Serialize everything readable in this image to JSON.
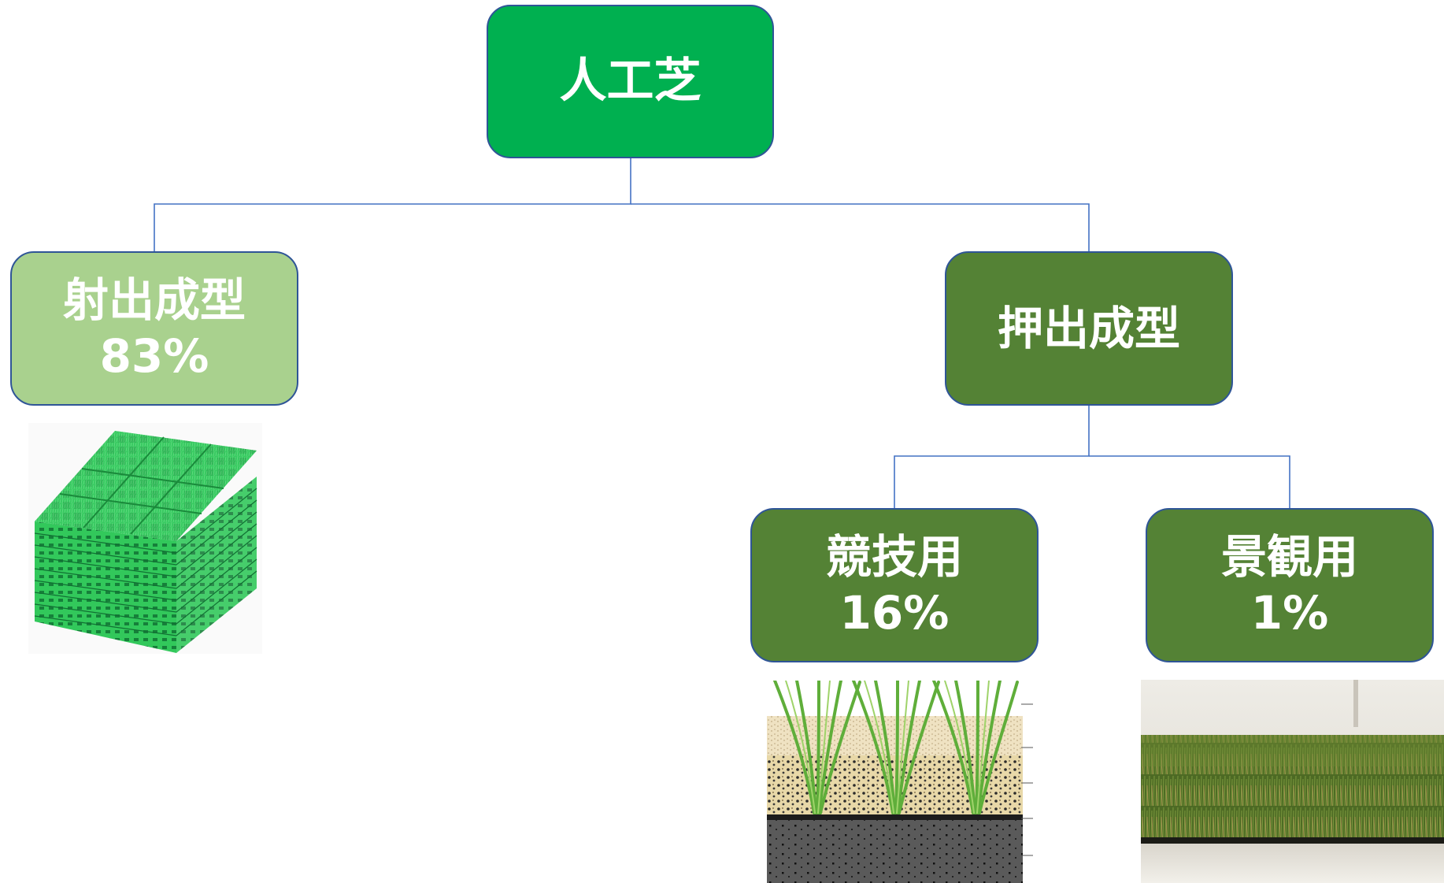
{
  "diagram": {
    "root": {
      "label": "人工芝"
    },
    "injection": {
      "name": "射出成型",
      "share": "83%"
    },
    "extrusion": {
      "name": "押出成型"
    },
    "sports": {
      "name": "競技用",
      "share": "16%"
    },
    "landscape": {
      "name": "景観用",
      "share": "1%"
    }
  },
  "colors": {
    "root": "#00b050",
    "injection": "#a9d18e",
    "extrusion": "#548235",
    "border": "#2f5597",
    "connector": "#4472c4"
  }
}
